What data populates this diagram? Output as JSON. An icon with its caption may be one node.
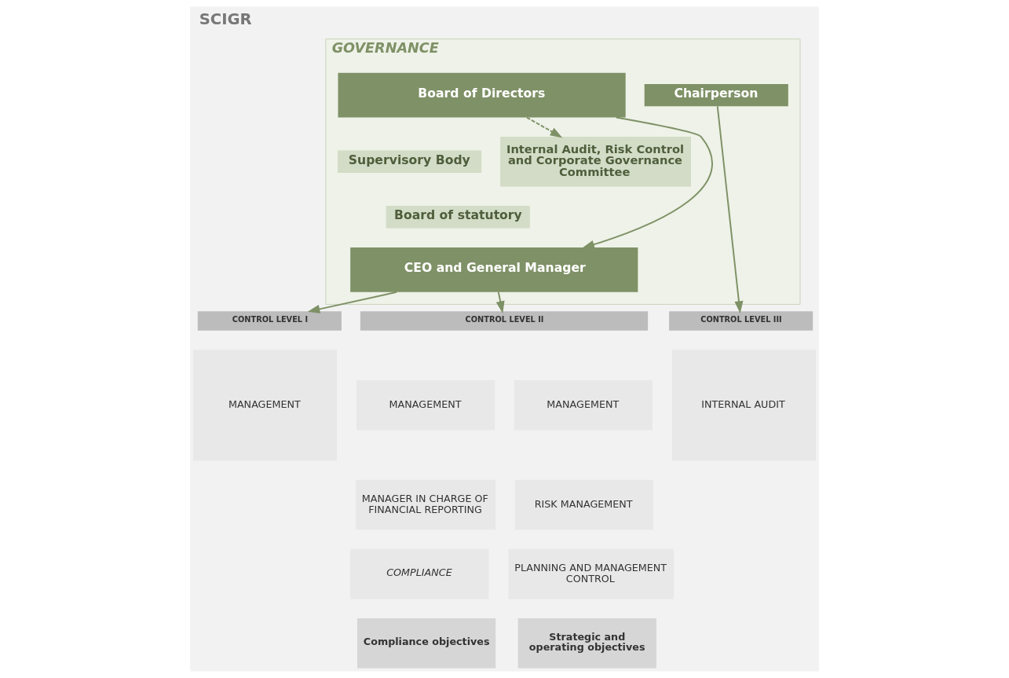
{
  "diagram": {
    "title": "SCIGR",
    "nodes": [
      {
        "text": [
          "GOVERNANCE"
        ]
      },
      {
        "text": [
          "Board of Directors"
        ],
        "in": 0
      },
      {
        "text": [
          "Chairperson"
        ],
        "in": 0
      },
      {
        "text": [
          "Supervisory Body"
        ],
        "in": 0
      },
      {
        "text": [
          "Internal Audit, Risk Control and Corporate Governance Committee"
        ],
        "in": 0
      },
      {
        "text": [
          "Board of statutory"
        ],
        "in": 0
      },
      {
        "text": [
          "CEO and General Manager"
        ],
        "in": 0
      },
      {
        "text": [
          "CONTROL LEVEL I"
        ]
      },
      {
        "text": [
          "CONTROL LEVEL II"
        ]
      },
      {
        "text": [
          "CONTROL LEVEL III"
        ]
      },
      {
        "text": [
          "MANAGEMENT"
        ]
      },
      {
        "text": [
          "MANAGEMENT"
        ]
      },
      {
        "text": [
          "MANAGEMENT"
        ]
      },
      {
        "text": [
          "MANAGER IN CHARGE OF FINANCIAL REPORTING"
        ]
      },
      {
        "text": [
          "RISK MANAGEMENT"
        ]
      },
      {
        "text": [
          "COMPLIANCE"
        ]
      },
      {
        "text": [
          "PLANNING AND MANAGEMENT CONTROL"
        ]
      },
      {
        "text": [
          "Compliance objectives"
        ]
      },
      {
        "text": [
          "Strategic and operating objectives"
        ]
      },
      {
        "text": [
          "INTERNAL AUDIT"
        ]
      }
    ],
    "edges": [
      {
        "from": 1,
        "to": 6,
        "arrow": "to"
      },
      {
        "from": 1,
        "to": 4,
        "arrow": "to",
        "style": "dashed"
      },
      {
        "from": 2,
        "to": 9,
        "arrow": "to"
      },
      {
        "from": 6,
        "to": 7,
        "arrow": "to"
      },
      {
        "from": 6,
        "to": 8,
        "arrow": "to"
      }
    ]
  }
}
